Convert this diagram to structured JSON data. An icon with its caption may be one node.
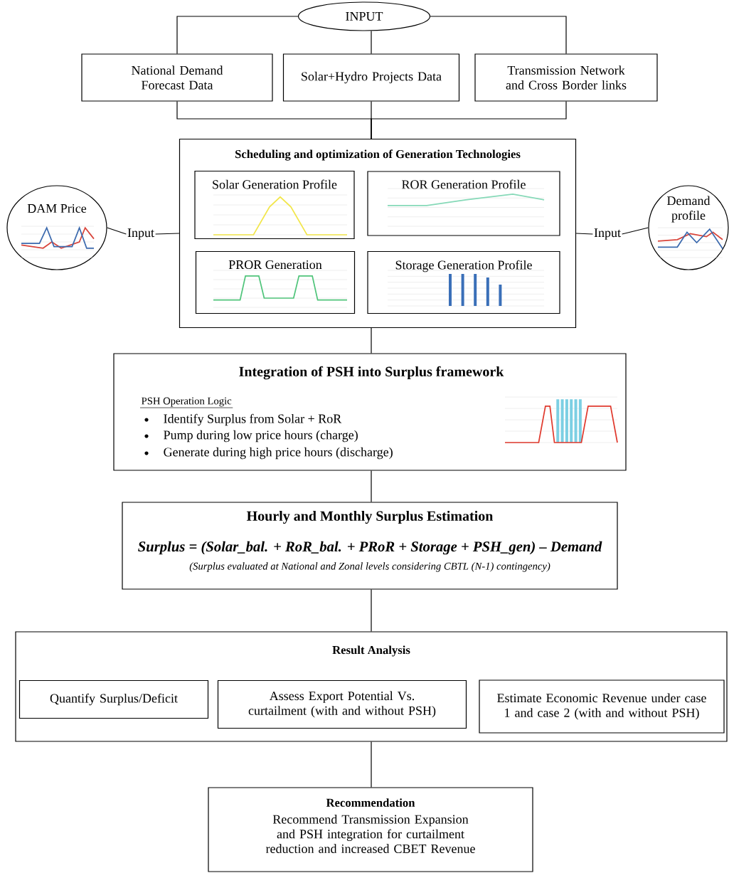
{
  "diagram": {
    "nodes": [
      {
        "text": [
          "INPUT"
        ]
      },
      {
        "text": [
          "National Demand Forecast Data"
        ]
      },
      {
        "text": [
          "Solar+Hydro Projects Data"
        ]
      },
      {
        "text": [
          "Transmission Network and Cross Border links"
        ]
      },
      {
        "text": [
          "Scheduling and optimization of Generation Technologies"
        ]
      },
      {
        "text": [
          "Solar Generation Profile"
        ],
        "in": 4
      },
      {
        "text": [
          "ROR Generation Profile"
        ],
        "in": 4
      },
      {
        "text": [
          "PROR Generation"
        ],
        "in": 4
      },
      {
        "text": [
          "Storage Generation Profile"
        ],
        "in": 4
      },
      {
        "text": [
          "DAM Price"
        ]
      },
      {
        "text": [
          "Input"
        ]
      },
      {
        "text": [
          "Demand profile"
        ]
      },
      {
        "text": [
          "Input"
        ]
      },
      {
        "text": [
          "Integration of PSH into Surplus framework",
          "PSH Operation Logic",
          "Identify Surplus from Solar + RoR",
          "Pump during low price hours (charge)",
          "Generate during high price hours (discharge)"
        ]
      },
      {
        "text": [
          "Hourly and Monthly Surplus Estimation",
          "Surplus = (Solar_bal. + RoR_bal. + PRoR + Storage + PSH_gen) – Demand",
          "(Surplus evaluated at National and Zonal levels considering CBTL (N-1) contingency)"
        ]
      },
      {
        "text": [
          "Result Analysis"
        ]
      },
      {
        "text": [
          "Quantify Surplus/Deficit"
        ],
        "in": 15
      },
      {
        "text": [
          "Assess Export Potential Vs. curtailment (with and without PSH)"
        ],
        "in": 15
      },
      {
        "text": [
          "Estimate Economic Revenue under case 1 and case 2 (with and without PSH)"
        ],
        "in": 15
      },
      {
        "text": [
          "Recommendation",
          "Recommend Transmission Expansion and PSH integration for curtailment reduction and increased CBET Revenue"
        ]
      }
    ],
    "edges": [
      {
        "from": 0,
        "to": 1,
        "arrow": "none"
      },
      {
        "from": 0,
        "to": 2,
        "arrow": "none"
      },
      {
        "from": 0,
        "to": 3,
        "arrow": "none"
      },
      {
        "from": 1,
        "to": 4,
        "arrow": "none"
      },
      {
        "from": 2,
        "to": 4,
        "arrow": "none"
      },
      {
        "from": 3,
        "to": 4,
        "arrow": "none"
      },
      {
        "from": 9,
        "to": 10,
        "arrow": "none"
      },
      {
        "from": 10,
        "to": 4,
        "arrow": "none"
      },
      {
        "from": 11,
        "to": 12,
        "arrow": "none"
      },
      {
        "from": 12,
        "to": 4,
        "arrow": "none"
      },
      {
        "from": 4,
        "to": 13,
        "arrow": "none"
      },
      {
        "from": 13,
        "to": 14,
        "arrow": "none"
      },
      {
        "from": 14,
        "to": 15,
        "arrow": "none"
      },
      {
        "from": 15,
        "to": 19,
        "arrow": "none"
      }
    ]
  }
}
